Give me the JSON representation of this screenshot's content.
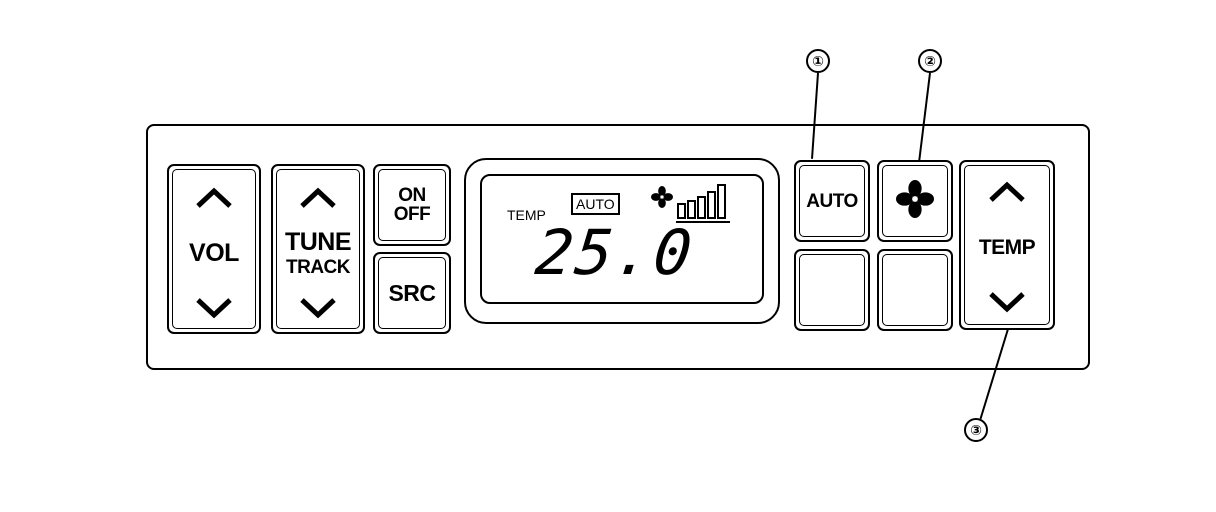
{
  "volume": {
    "label": "VOL"
  },
  "tune": {
    "label_top": "TUNE",
    "label_bottom": "TRACK"
  },
  "power": {
    "label_top": "ON",
    "label_bottom": "OFF"
  },
  "source": {
    "label": "SRC"
  },
  "display": {
    "temp_label": "TEMP",
    "auto_badge": "AUTO",
    "temperature": "25.0",
    "fan_level": 5
  },
  "climate": {
    "auto_label": "AUTO",
    "temp_label": "TEMP"
  },
  "callouts": [
    "①",
    "②",
    "③"
  ],
  "icons": {
    "up": "chevron-up-icon",
    "down": "chevron-down-icon",
    "fan": "fan-icon"
  }
}
